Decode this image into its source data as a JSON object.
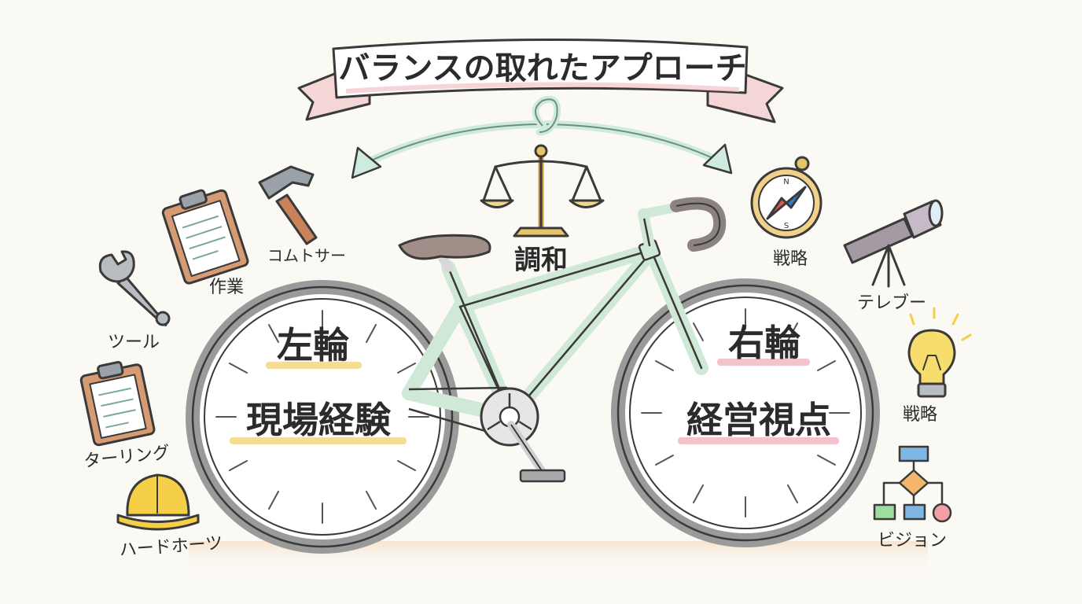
{
  "banner": {
    "title": "バランスの取れたアプローチ"
  },
  "center": {
    "label": "調和"
  },
  "left_wheel": {
    "title": "左輪",
    "subtitle": "現場経験"
  },
  "right_wheel": {
    "title": "右輪",
    "subtitle": "経営視点"
  },
  "left_items": [
    {
      "icon": "hammer-icon",
      "label": "コムトサー"
    },
    {
      "icon": "clipboard-icon",
      "label": "作業"
    },
    {
      "icon": "wrench-icon",
      "label": "ツール"
    },
    {
      "icon": "clipboard-icon",
      "label": "ターリング"
    },
    {
      "icon": "hard-hat-icon",
      "label": "ハードホーツ"
    }
  ],
  "right_items": [
    {
      "icon": "compass-icon",
      "label": "戦略"
    },
    {
      "icon": "telescope-icon",
      "label": "テレブー"
    },
    {
      "icon": "lightbulb-icon",
      "label": "戦略"
    },
    {
      "icon": "flowchart-icon",
      "label": "ビジョン"
    }
  ],
  "colors": {
    "frame": "#cfe9d6",
    "tire": "#9a9a9a",
    "arrow": "#cfeadf",
    "banner_ribbon": "#f4d6d6",
    "underline_yellow": "#f5d98a",
    "underline_pink": "#f2bcc6",
    "ground": "#f2dcc4"
  }
}
